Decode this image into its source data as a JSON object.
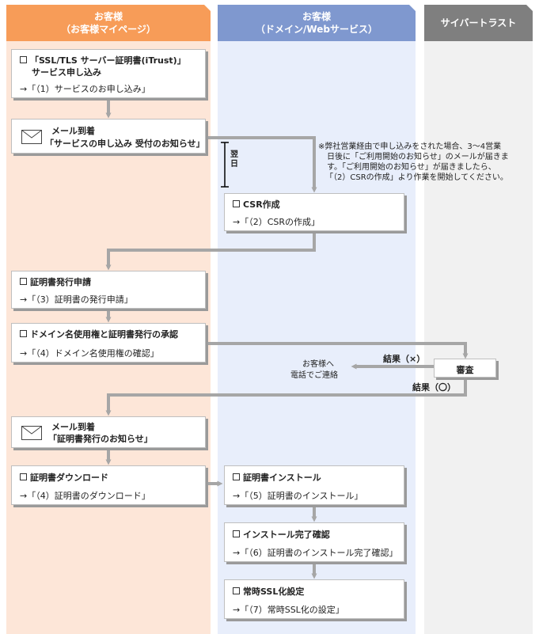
{
  "lanes": {
    "customer": {
      "line1": "お客様",
      "line2": "（お客様マイページ）",
      "color": "#f79c58"
    },
    "domain": {
      "line1": "お客様",
      "line2": "（ドメイン/Webサービス）",
      "color": "#7f98cf"
    },
    "cybertrust": {
      "line1": "サイバートラスト",
      "color": "#7f7f7f"
    }
  },
  "steps": {
    "apply": {
      "title1": "「SSL/TLS サーバー証明書(iTrust)」",
      "title2": "サービス申し込み",
      "link": "→「（1）サービスのお申し込み」"
    },
    "mail1": {
      "title1": "メール到着",
      "title2": "「サービスの申し込み 受付のお知らせ」"
    },
    "csr": {
      "title": "CSR作成",
      "link": "→「（2）CSRの作成」"
    },
    "issue_request": {
      "title": "証明書発行申請",
      "link": "→「（3）証明書の発行申請」"
    },
    "approval": {
      "title": "ドメイン名使用権と証明書発行の承認",
      "link": "→「（4）ドメイン名使用権の確認」"
    },
    "review": {
      "title": "審査"
    },
    "mail2": {
      "title1": "メール到着",
      "title2": "「証明書発行のお知らせ」"
    },
    "download": {
      "title": "証明書ダウンロード",
      "link": "→「（4）証明書のダウンロード」"
    },
    "install": {
      "title": "証明書インストール",
      "link": "→「（5）証明書のインストール」"
    },
    "install_check": {
      "title": "インストール完了確認",
      "link": "→「（6）証明書のインストール完了確認」"
    },
    "ssl_setting": {
      "title": "常時SSL化設定",
      "link": "→「（7）常時SSL化の設定」"
    }
  },
  "annotations": {
    "next_day": "翌日",
    "note_lines": [
      "※弊社営業経由で申し込みをされた場合、3～4営業",
      "日後に「ご利用開始のお知らせ」のメールが届きま",
      "す。「ご利用開始のお知らせ」が届きましたら、",
      "「（2）CSRの作成」より作業を開始してください。"
    ],
    "result_ng": "結果（×）",
    "result_ok": "結果（〇）",
    "contact1": "お客様へ",
    "contact2": "電話でご連絡"
  }
}
